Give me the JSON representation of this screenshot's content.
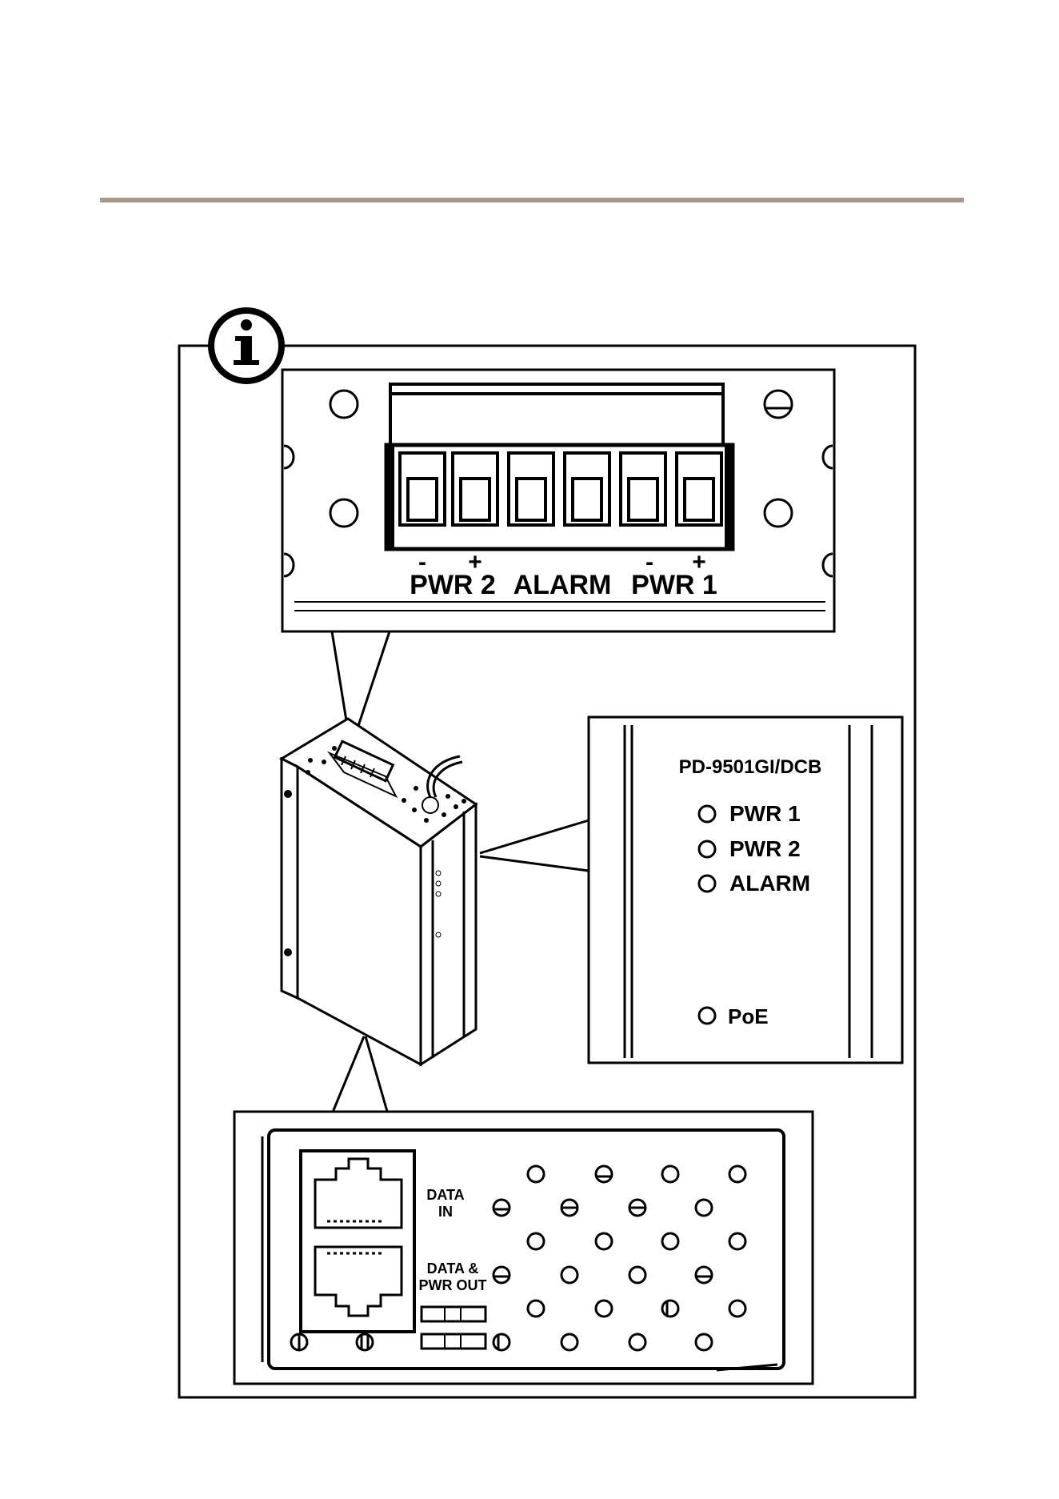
{
  "figure": {
    "icon": "info-icon",
    "terminal_labels": {
      "pwr2_minus": "-",
      "pwr2_plus": "+",
      "pwr1_minus": "-",
      "pwr1_plus": "+",
      "pwr2": "PWR 2",
      "alarm": "ALARM",
      "pwr1": "PWR 1"
    },
    "front_panel": {
      "model": "PD-9501GI/DCB",
      "leds": [
        "PWR 1",
        "PWR 2",
        "ALARM"
      ],
      "poe_led": "PoE"
    },
    "bottom_panel": {
      "data_in": [
        "DATA",
        "IN"
      ],
      "data_pwr_out": [
        "DATA &",
        "PWR OUT"
      ]
    }
  },
  "colors": {
    "rule": "#a8998c",
    "ink": "#000000"
  }
}
